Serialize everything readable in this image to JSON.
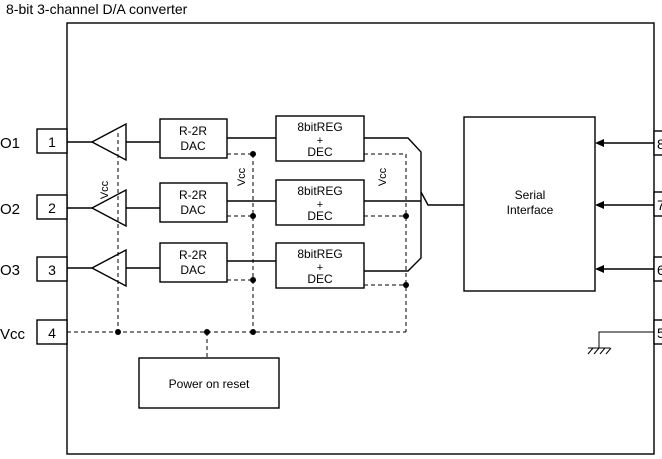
{
  "title": "8-bit 3-channel D/A converter",
  "pins": {
    "left": [
      {
        "number": "1",
        "name": "O1"
      },
      {
        "number": "2",
        "name": "O2"
      },
      {
        "number": "3",
        "name": "O3"
      },
      {
        "number": "4",
        "name": "Vcc"
      }
    ],
    "right": [
      "8",
      "7",
      "6",
      "5"
    ]
  },
  "dac_label_line1": "R-2R",
  "dac_label_line2": "DAC",
  "reg_label_line1": "8bitREG",
  "reg_label_line2": "+",
  "reg_label_line3": "DEC",
  "vcc_label": "Vcc",
  "serial_line1": "Serial",
  "serial_line2": "Interface",
  "power_on_reset": "Power on reset"
}
